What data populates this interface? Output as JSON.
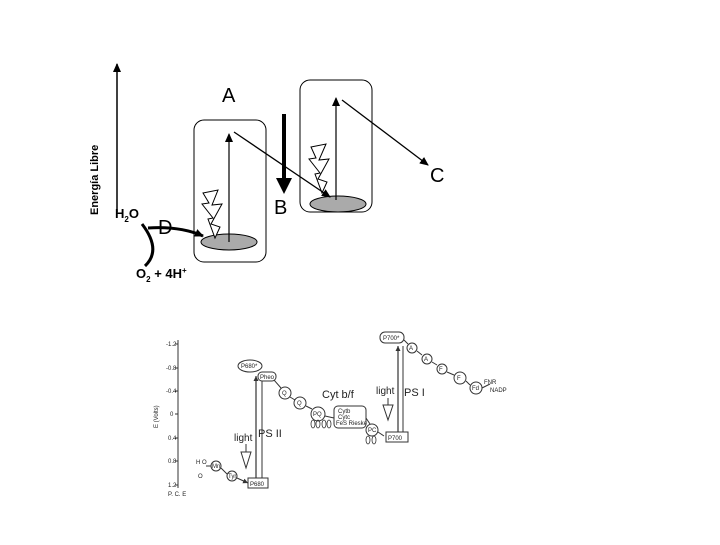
{
  "top_diagram": {
    "y_axis_label": "Energía Libre",
    "labels": {
      "a": "A",
      "b": "B",
      "c": "C",
      "d": "D"
    },
    "water": {
      "main": "H",
      "sub": "2",
      "tail": "O"
    },
    "products": {
      "main": "O",
      "sub": "2",
      "tail": " + 4H",
      "sup": "+"
    }
  },
  "zscheme": {
    "y_axis_label": "E  (Volts)",
    "y_ticks": [
      "-1.2",
      "-0.8",
      "-0.4",
      "0",
      "0.4",
      "0.8",
      "1.2"
    ],
    "p680_star": "P680*",
    "pheo": "Pheo",
    "qa": "Q",
    "qb": "Q",
    "pq": "PQ",
    "cyt_bf": "Cyt b/f",
    "cyt_box": [
      "Cytb",
      "Cytc",
      "FeS  Rieske"
    ],
    "pc": "PC",
    "light_ps2": "light",
    "light_ps1": "light",
    "ps2": "PS II",
    "ps1": "PS I",
    "p680": "P680",
    "p700": "P700",
    "p700_star": "P700*",
    "h2o": "H O",
    "o2": "O",
    "mn": "Mn",
    "tyr": "Tyr",
    "a0": "A",
    "a1": "A",
    "fx": "F",
    "fab": "F",
    "fd": "Fd",
    "fnr": "FNR",
    "nadp": "NADP",
    "footer": "P. C. E"
  }
}
